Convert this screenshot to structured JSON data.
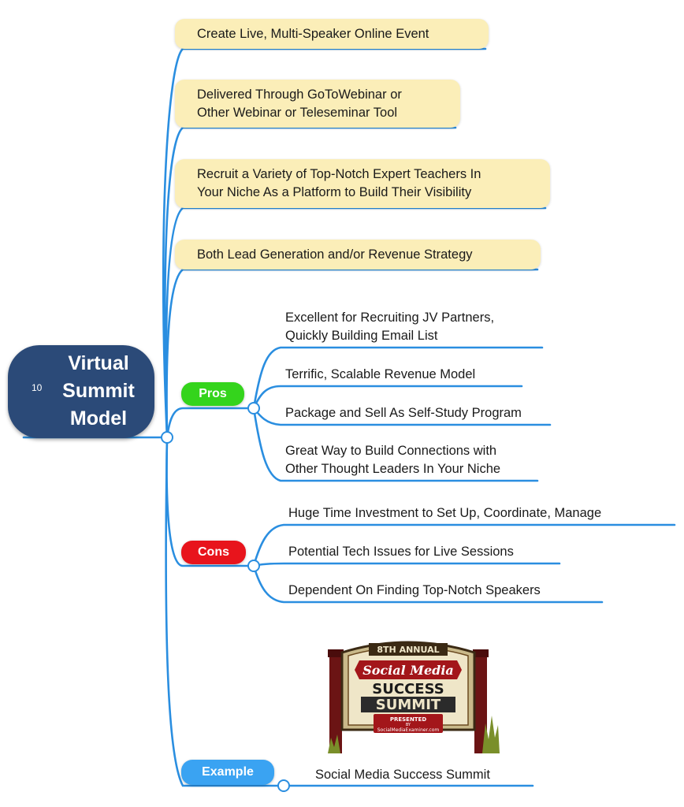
{
  "central": {
    "number": "10",
    "title_lines": [
      "Virtual",
      "Summit",
      "Model"
    ]
  },
  "topics": [
    {
      "lines": [
        "Create Live, Multi-Speaker Online Event"
      ]
    },
    {
      "lines": [
        "Delivered Through GoToWebinar or",
        "Other Webinar or Teleseminar Tool"
      ]
    },
    {
      "lines": [
        "Recruit a Variety of Top-Notch Expert Teachers In",
        "Your Niche As a Platform to Build Their Visibility"
      ]
    },
    {
      "lines": [
        "Both Lead Generation and/or Revenue Strategy"
      ]
    }
  ],
  "pros": {
    "label": "Pros",
    "color": "#34d41c",
    "items": [
      {
        "lines": [
          "Excellent for Recruiting JV Partners,",
          "Quickly Building Email List"
        ]
      },
      {
        "lines": [
          "Terrific, Scalable Revenue Model"
        ]
      },
      {
        "lines": [
          "Package and Sell As Self-Study Program"
        ]
      },
      {
        "lines": [
          "Great Way to Build Connections with",
          "Other Thought Leaders In Your Niche"
        ]
      }
    ]
  },
  "cons": {
    "label": "Cons",
    "color": "#e8141c",
    "items": [
      {
        "lines": [
          "Huge Time Investment to Set Up, Coordinate, Manage"
        ]
      },
      {
        "lines": [
          "Potential Tech Issues for Live Sessions"
        ]
      },
      {
        "lines": [
          "Dependent On Finding Top-Notch Speakers"
        ]
      }
    ]
  },
  "example": {
    "label": "Example",
    "color": "#3aa3f2",
    "item": "Social Media Success Summit",
    "logo": {
      "line1": "8TH ANNUAL",
      "line2": "Social Media",
      "line3": "SUCCESS",
      "line4": "SUMMIT",
      "line5": "PRESENTED",
      "line6": "BY",
      "line7": "SocialMediaExaminer.com"
    }
  },
  "colors": {
    "line": "#2a8ee0",
    "topic_fill": "#fbeeb8",
    "central_fill": "#2b4a78"
  }
}
